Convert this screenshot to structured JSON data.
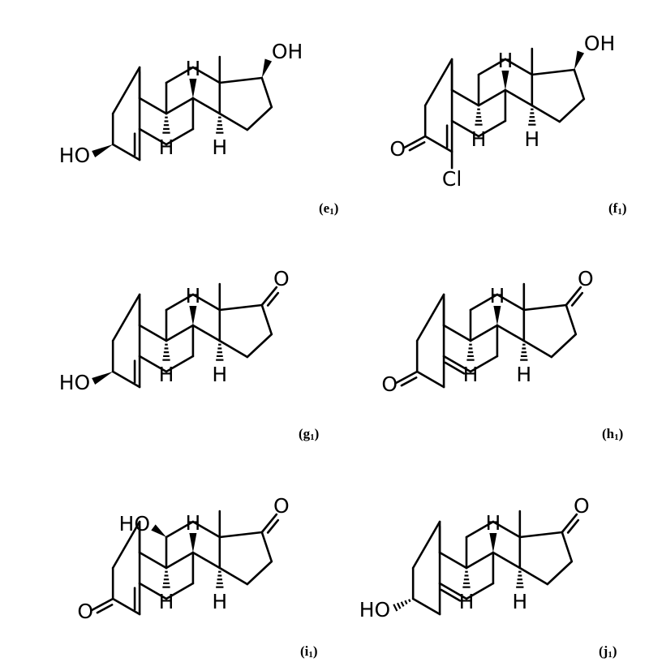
{
  "figure": {
    "panels": [
      {
        "label": "(e1)",
        "label_main": "e",
        "label_sub": "1",
        "atoms": {
          "hydroxyl_17": "OH",
          "hydroxyl_3": "HO",
          "h_9": "H",
          "h_8": "H",
          "h_14": "H"
        }
      },
      {
        "label": "(f1)",
        "label_main": "f",
        "label_sub": "1",
        "atoms": {
          "hydroxyl_17": "OH",
          "oxo_3": "O",
          "chloro_4": "Cl",
          "h_9": "H",
          "h_8": "H",
          "h_14": "H"
        }
      },
      {
        "label": "(g1)",
        "label_main": "g",
        "label_sub": "1",
        "atoms": {
          "oxo_17": "O",
          "hydroxyl_3": "HO",
          "h_9": "H",
          "h_8": "H",
          "h_14": "H"
        }
      },
      {
        "label": "(h1)",
        "label_main": "h",
        "label_sub": "1",
        "atoms": {
          "oxo_17": "O",
          "oxo_3": "O",
          "h_9": "H",
          "h_8": "H",
          "h_14": "H"
        }
      },
      {
        "label": "(i1)",
        "label_main": "i",
        "label_sub": "1",
        "atoms": {
          "oxo_17": "O",
          "hydroxyl_11": "HO",
          "oxo_3": "O",
          "h_9": "H",
          "h_8": "H",
          "h_14": "H"
        }
      },
      {
        "label": "(j1)",
        "label_main": "j",
        "label_sub": "1",
        "atoms": {
          "oxo_17": "O",
          "hydroxyl_3": "HO",
          "h_9": "H",
          "h_8": "H",
          "h_14": "H"
        }
      }
    ]
  }
}
